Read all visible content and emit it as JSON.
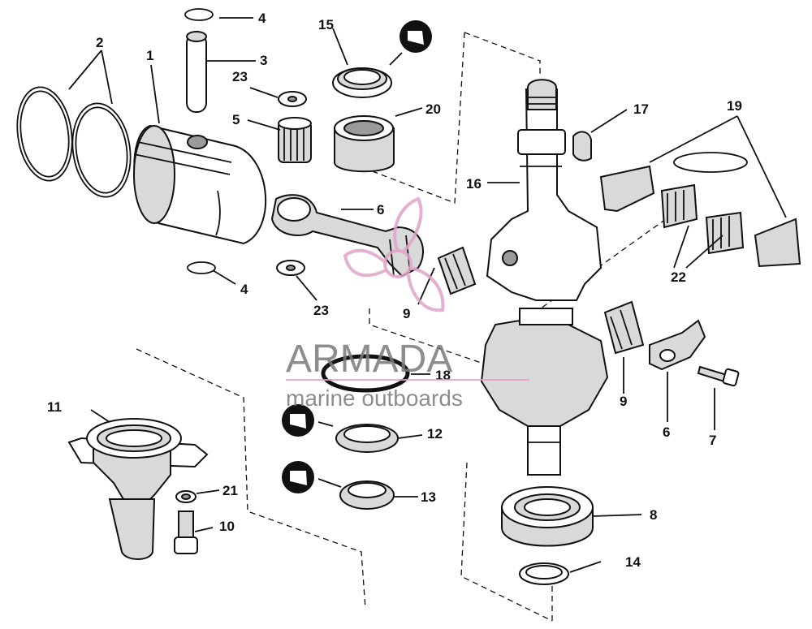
{
  "diagram": {
    "labels": {
      "p1": "1",
      "p2": "2",
      "p3": "3",
      "p4a": "4",
      "p4b": "4",
      "p5": "5",
      "p6a": "6",
      "p6b": "6",
      "p7": "7",
      "p8": "8",
      "p9a": "9",
      "p9b": "9",
      "p10": "10",
      "p11": "11",
      "p12": "12",
      "p13": "13",
      "p14": "14",
      "p15": "15",
      "p16": "16",
      "p17": "17",
      "p18": "18",
      "p19": "19",
      "p20": "20",
      "p21": "21",
      "p22": "22",
      "p23a": "23",
      "p23b": "23"
    }
  },
  "watermark": {
    "brand": "ARMADA",
    "tagline": "marine outboards",
    "logo_color": "#e0a3c8",
    "text_color": "#7a7a7a"
  }
}
